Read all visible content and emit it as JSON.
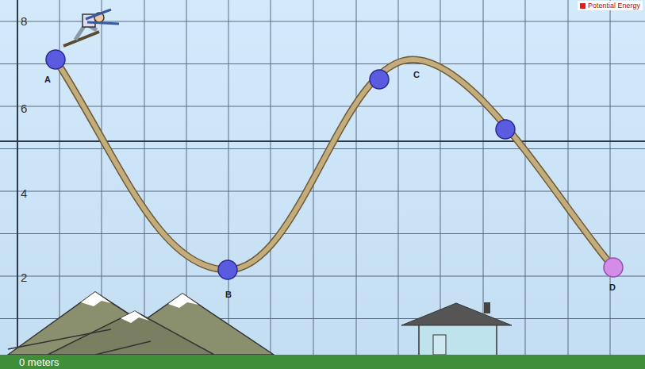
{
  "diagram": {
    "labels": [
      "8",
      "6",
      "4",
      "2",
      "A",
      "B",
      "C",
      "D",
      "0 meters"
    ],
    "legend": [
      {
        "text": "Potential Energy",
        "color": "#e02020"
      }
    ]
  }
}
